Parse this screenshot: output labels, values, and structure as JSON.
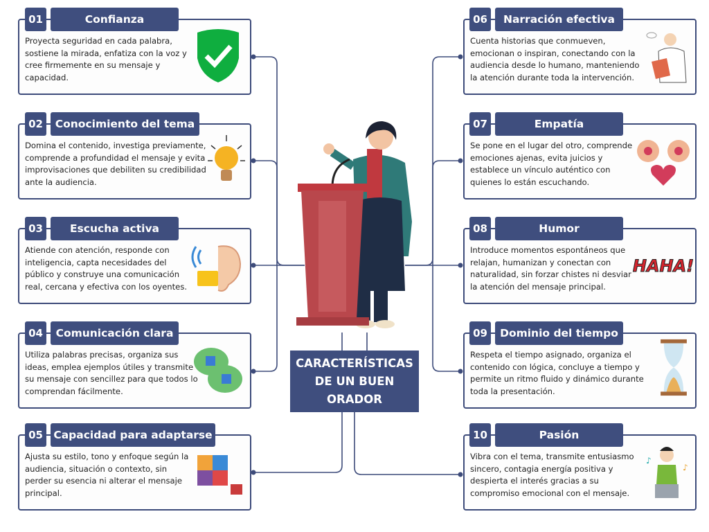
{
  "center_title": "CARACTERÍSTICAS DE UN BUEN ORADOR",
  "colors": {
    "primary": "#3f4e7e",
    "border": "#3d4b7a"
  },
  "cards": [
    {
      "num": "01",
      "title": "Confianza",
      "text": "Proyecta seguridad en cada palabra, sostiene la mirada, enfatiza con la voz y cree firmemente en su mensaje y capacidad.",
      "icon": "shield-check"
    },
    {
      "num": "02",
      "title": "Conocimiento del tema",
      "text": "Domina el contenido, investiga previamente, comprende a profundidad el mensaje y evita improvisaciones que debiliten su credibilidad ante la audiencia.",
      "icon": "lightbulb"
    },
    {
      "num": "03",
      "title": "Escucha activa",
      "text": "Atiende con atención, responde con inteligencia, capta necesidades del público y construye una comunicación real, cercana y efectiva con los oyentes.",
      "icon": "ear"
    },
    {
      "num": "04",
      "title": "Comunicación clara",
      "text": "Utiliza palabras precisas, organiza sus ideas, emplea ejemplos útiles y transmite su mensaje con sencillez para que todos lo comprendan fácilmente.",
      "icon": "chat-bubbles"
    },
    {
      "num": "05",
      "title": "Capacidad para adaptarse",
      "text": "Ajusta su estilo, tono y enfoque según la audiencia, situación o contexto, sin perder su esencia ni alterar el mensaje principal.",
      "icon": "puzzle"
    },
    {
      "num": "06",
      "title": "Narración efectiva",
      "text": "Cuenta historias que conmueven, emocionan o inspiran, conectando con la audiencia desde lo humano, manteniendo la atención durante toda la intervención.",
      "icon": "storyteller"
    },
    {
      "num": "07",
      "title": "Empatía",
      "text": "Se pone en el lugar del otro, comprende emociones ajenas, evita juicios y establece un vínculo auténtico con quienes lo están escuchando.",
      "icon": "heads-heart"
    },
    {
      "num": "08",
      "title": "Humor",
      "text": "Introduce momentos espontáneos que relajan, humanizan y conectan con naturalidad, sin forzar chistes ni desviar la atención del mensaje principal.",
      "icon": "haha",
      "icon_text": "HAHA!"
    },
    {
      "num": "09",
      "title": "Dominio del tiempo",
      "text": "Respeta el tiempo asignado, organiza el contenido con lógica, concluye a tiempo y permite un ritmo fluido y dinámico durante toda la presentación.",
      "icon": "hourglass"
    },
    {
      "num": "10",
      "title": "Pasión",
      "text": "Vibra con el tema, transmite entusiasmo sincero, contagia energía positiva y despierta el interés gracias a su compromiso emocional con el mensaje.",
      "icon": "singer"
    }
  ]
}
